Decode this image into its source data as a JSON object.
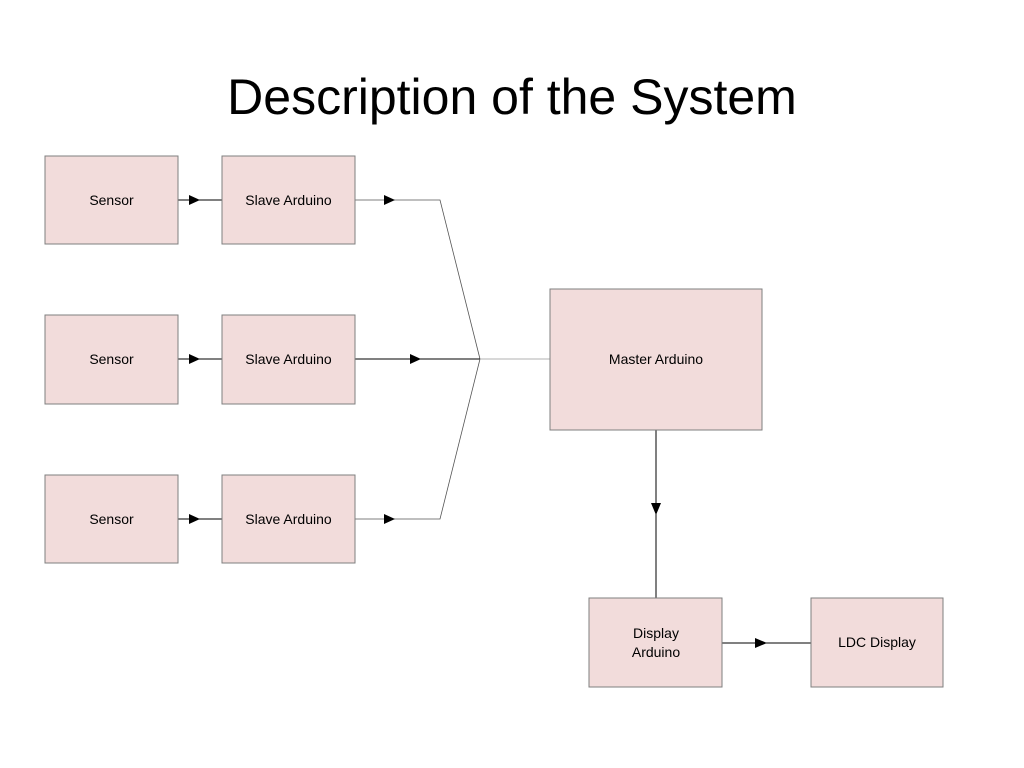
{
  "slide": {
    "title": "Description of the System"
  },
  "diagram": {
    "nodes": {
      "sensor_1": "Sensor",
      "sensor_2": "Sensor",
      "sensor_3": "Sensor",
      "slave_1": "Slave Arduino",
      "slave_2": "Slave Arduino",
      "slave_3": "Slave Arduino",
      "master": "Master Arduino",
      "display_arduino": [
        "Display",
        "Arduino"
      ],
      "ldc_display": "LDC Display"
    },
    "edges": [
      [
        "sensor_1",
        "slave_1"
      ],
      [
        "sensor_2",
        "slave_2"
      ],
      [
        "sensor_3",
        "slave_3"
      ],
      [
        "slave_1",
        "master"
      ],
      [
        "slave_2",
        "master"
      ],
      [
        "slave_3",
        "master"
      ],
      [
        "master",
        "display_arduino"
      ],
      [
        "display_arduino",
        "ldc_display"
      ]
    ],
    "colors": {
      "box_fill": "#f2dcdb",
      "box_border": "#7f7f7f",
      "line": "#000000"
    }
  }
}
